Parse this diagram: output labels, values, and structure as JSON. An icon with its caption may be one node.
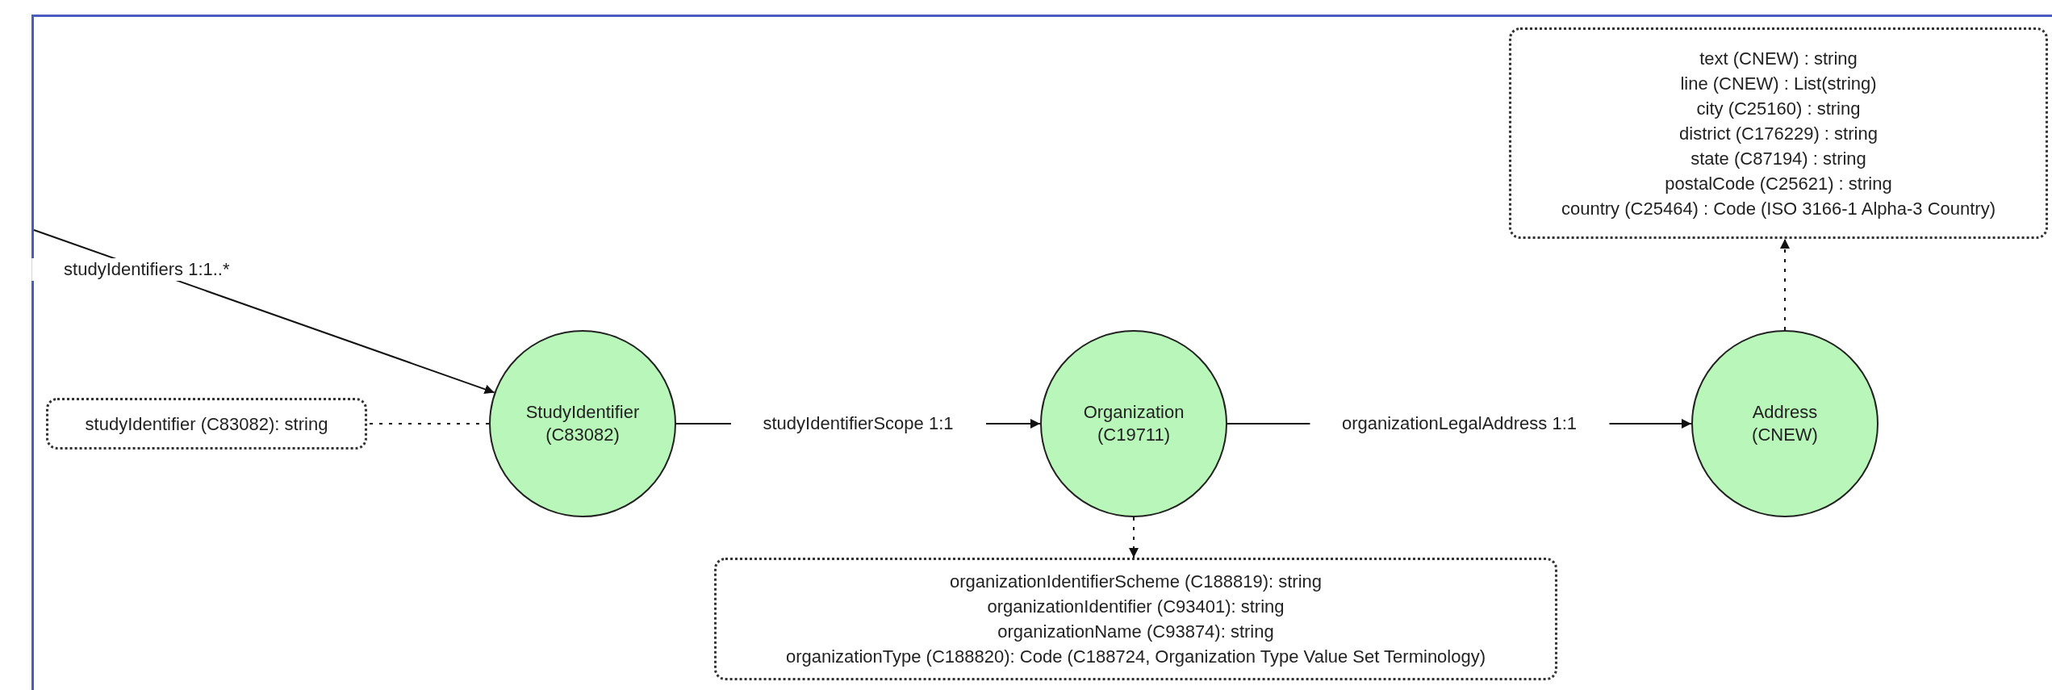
{
  "diagram": {
    "nodes": [
      {
        "text": [
          "studyIdentifier (C83082): string"
        ]
      },
      {
        "text": [
          "StudyIdentifier (C83082)"
        ]
      },
      {
        "text": [
          "Organization (C19711)"
        ]
      },
      {
        "text": [
          "Address (CNEW)"
        ]
      },
      {
        "text": [
          "organizationIdentifierScheme (C188819): string",
          "organizationIdentifier (C93401): string",
          "organizationName (C93874): string",
          "organizationType (C188820): Code (C188724, Organization Type Value Set Terminology)"
        ]
      },
      {
        "text": [
          "text (CNEW) : string",
          "line (CNEW) : List(string)",
          "city (C25160) : string",
          "district  (C176229) : string",
          "state (C87194) : string",
          "postalCode (C25621)  : string",
          "country (C25464) : Code (ISO 3166-1 Alpha-3 Country)"
        ]
      }
    ],
    "edges": [
      {
        "from": null,
        "to": 1,
        "arrow": "to",
        "label": "studyIdentifiers 1:1..*"
      },
      {
        "from": 1,
        "to": 0,
        "arrow": "none",
        "style": "dashed"
      },
      {
        "from": 1,
        "to": 2,
        "arrow": "to",
        "label": "studyIdentifierScope 1:1"
      },
      {
        "from": 2,
        "to": 3,
        "arrow": "to",
        "label": "organizationLegalAddress 1:1"
      },
      {
        "from": 2,
        "to": 4,
        "arrow": "to",
        "style": "dashed"
      },
      {
        "from": 3,
        "to": 5,
        "arrow": "to",
        "style": "dashed"
      }
    ]
  }
}
